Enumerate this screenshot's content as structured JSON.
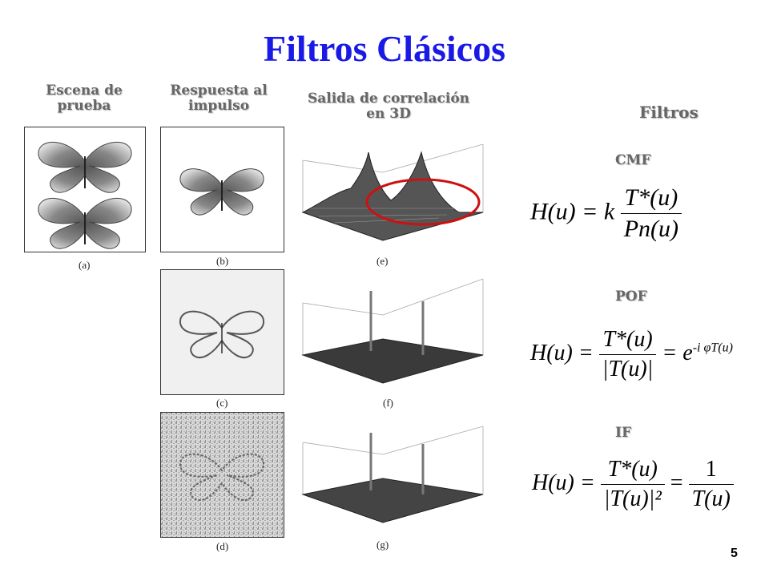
{
  "slide": {
    "title": "Filtros Clásicos",
    "page_number": "5"
  },
  "columns": {
    "scene": "Escena de prueba",
    "impulse": "Respuesta al impulso",
    "correlation": "Salida de correlación en 3D"
  },
  "panels": {
    "a": "(a)",
    "b": "(b)",
    "c": "(c)",
    "d": "(d)",
    "e": "(e)",
    "f": "(f)",
    "g": "(g)"
  },
  "filters": {
    "heading": "Filtros",
    "cmf": {
      "name": "CMF",
      "lhs": "H(u) = k",
      "num": "T*(u)",
      "den": "Pn(u)"
    },
    "pof": {
      "name": "POF",
      "lhs": "H(u) =",
      "num": "T*(u)",
      "den": "|T(u)|",
      "rhs": "= e",
      "exp": "-i φT(u)"
    },
    "if": {
      "name": "IF",
      "lhs": "H(u) =",
      "num": "T*(u)",
      "den": "|T(u)|²",
      "eq": "=",
      "num2": "1",
      "den2": "T(u)"
    }
  },
  "colors": {
    "title": "#1a1ae6",
    "annotation": "#cc1111"
  }
}
